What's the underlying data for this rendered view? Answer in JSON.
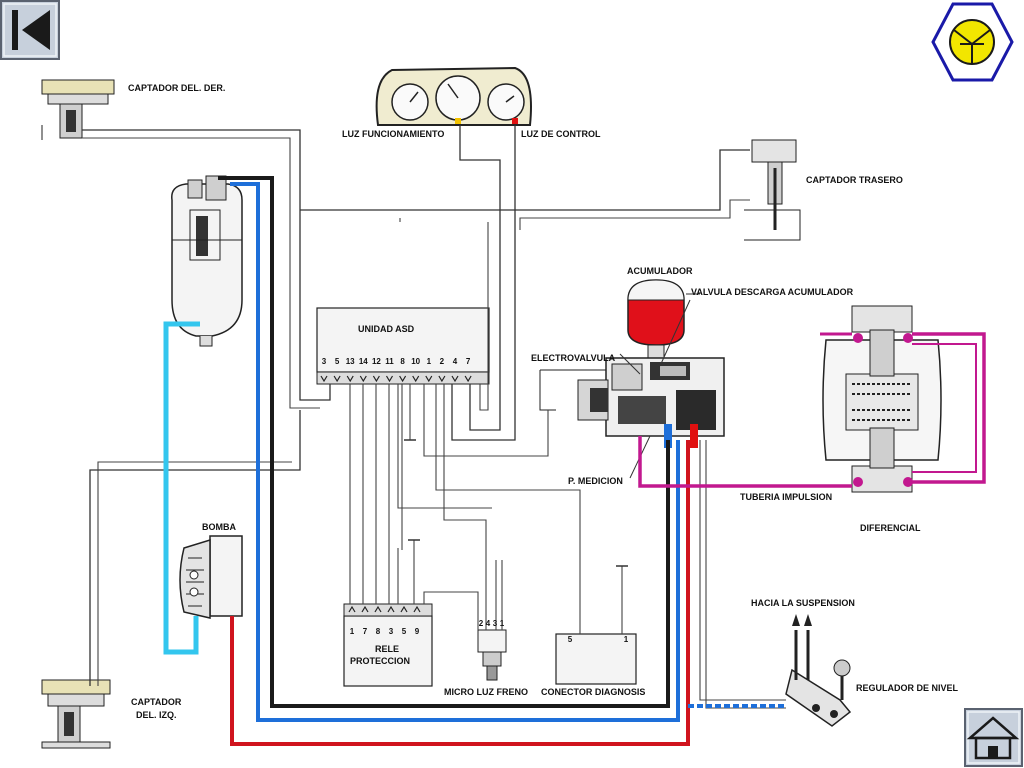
{
  "nav": {
    "back_icon": "skip-back-icon",
    "home_icon": "home-icon",
    "logo_icon": "transistor-hexagon-icon"
  },
  "labels": {
    "captador_der": "CAPTADOR DEL. DER.",
    "luz_funcionamiento": "LUZ FUNCIONAMIENTO",
    "luz_control": "LUZ DE CONTROL",
    "captador_trasero": "CAPTADOR TRASERO",
    "acumulador": "ACUMULADOR",
    "valvula_descarga": "VALVULA DESCARGA ACUMULADOR",
    "unidad_asd": "UNIDAD  ASD",
    "electrovalvula": "ELECTROVALVULA",
    "p_medicion": "P. MEDICION",
    "tuberia_impulsion": "TUBERIA IMPULSION",
    "diferencial": "DIFERENCIAL",
    "bomba": "BOMBA",
    "hacia_suspension": "HACIA LA SUSPENSION",
    "regulador_nivel": "REGULADOR DE NIVEL",
    "captador_izq_1": "CAPTADOR",
    "captador_izq_2": "DEL. IZQ.",
    "rele_1": "RELE",
    "rele_2": "PROTECCION",
    "micro_luz_freno": "MICRO LUZ FRENO",
    "conector_diagnosis": "CONECTOR DIAGNOSIS"
  },
  "asd_pins": [
    "3",
    "5",
    "13",
    "14",
    "12",
    "11",
    "8",
    "10",
    "1",
    "2",
    "4",
    "7"
  ],
  "rele_pins": [
    "1",
    "7",
    "8",
    "3",
    "5",
    "9"
  ],
  "micro_pins": [
    "2",
    "4",
    "3",
    "1"
  ],
  "conector_pins": [
    "5",
    "1"
  ],
  "colors": {
    "hydraulic_return": "#1e6fd9",
    "hydraulic_feed": "#d0141e",
    "reservoir_line": "#33c6ee",
    "differential_line": "#c2188f",
    "accumulator": "#e0101a",
    "nav_hex": "#1a1aa8",
    "nav_button_bg": "#c7d0dc"
  }
}
